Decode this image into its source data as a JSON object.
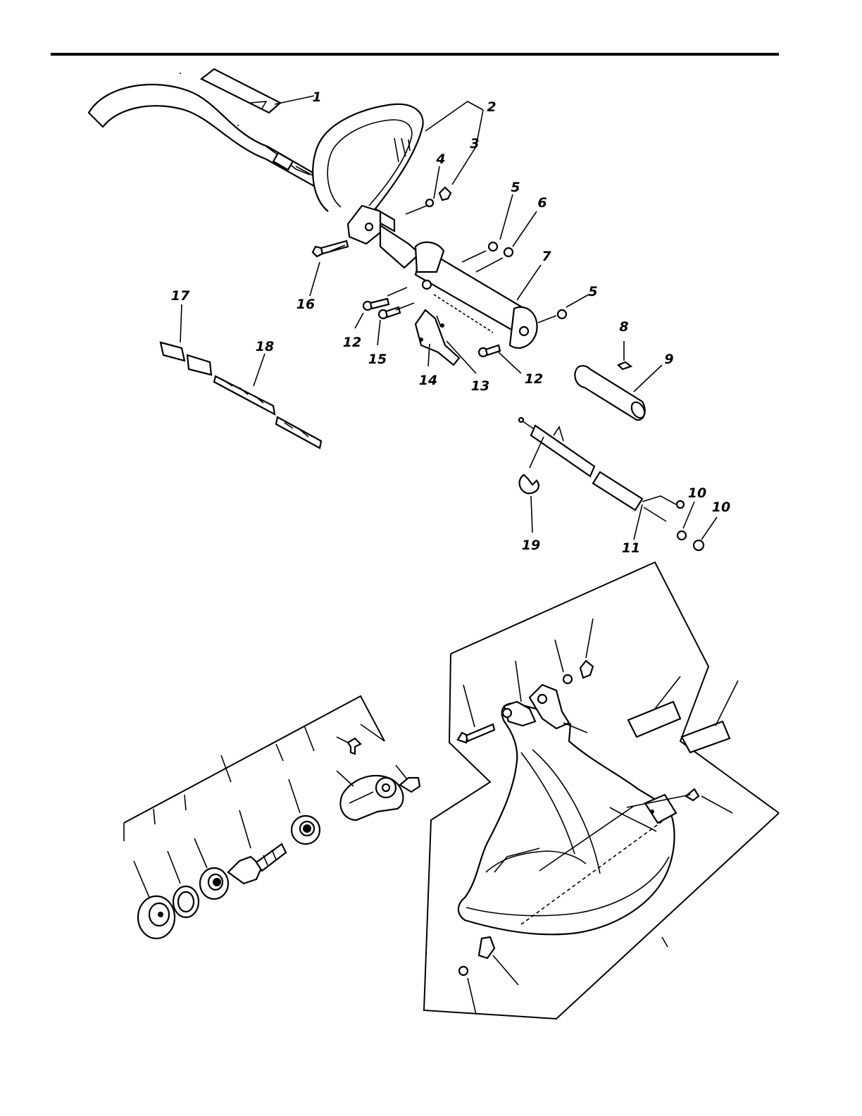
{
  "callouts": [
    "1",
    "2",
    "3",
    "4",
    "5",
    "6",
    "5",
    "7",
    "8",
    "9",
    "10",
    "10",
    "11",
    "12",
    "12",
    "13",
    "14",
    "15",
    "16",
    "17",
    "18",
    "19"
  ]
}
